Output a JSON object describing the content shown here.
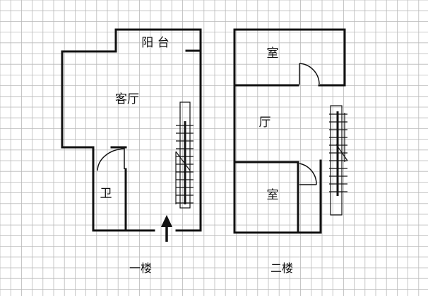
{
  "floor1": {
    "caption": "一楼",
    "balcony": "阳 台",
    "living_room": "客厅",
    "bathroom": "卫"
  },
  "floor2": {
    "caption": "二楼",
    "room_top": "室",
    "hall": "厅",
    "room_bottom": "室"
  },
  "colors": {
    "grid": "#b9b9b9",
    "wall": "#111111",
    "background": "#ffffff"
  }
}
